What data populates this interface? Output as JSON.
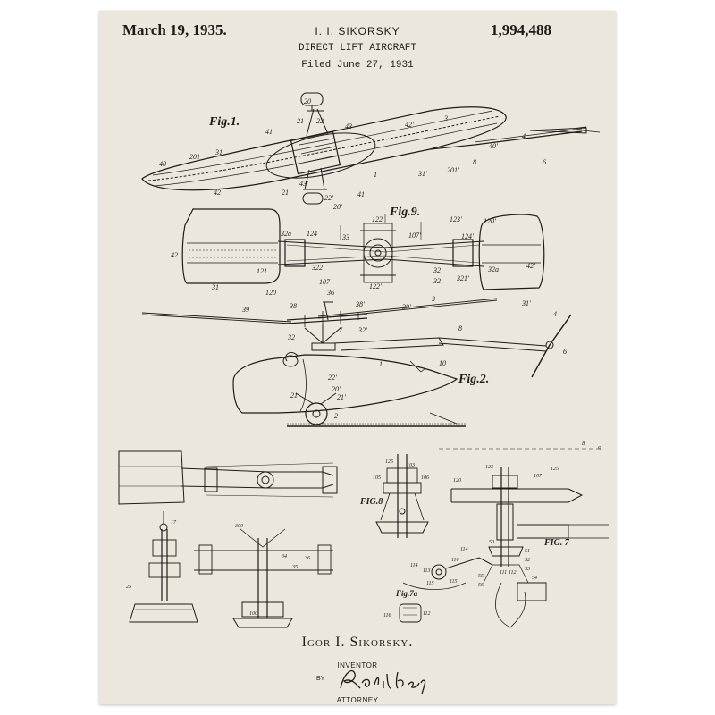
{
  "header": {
    "date": "March 19, 1935.",
    "inventor": "I. I. SIKORSKY",
    "patent_number": "1,994,488",
    "title": "DIRECT LIFT AIRCRAFT",
    "filed": "Filed June 27, 1931"
  },
  "figures": {
    "fig1": "Fig.1.",
    "fig9": "Fig.9.",
    "fig2": "Fig.2.",
    "fig8": "FIG.8",
    "fig7": "FIG. 7",
    "fig7a": "Fig.7a"
  },
  "callouts": {
    "fig1": [
      "20",
      "21",
      "22",
      "41",
      "43",
      "42'",
      "3",
      "4",
      "40",
      "201",
      "31",
      "40'",
      "8",
      "6",
      "31'",
      "201'",
      "1",
      "42",
      "21'",
      "22'",
      "43'",
      "41'",
      "20'"
    ],
    "fig9": [
      "42",
      "32a",
      "124",
      "33",
      "122",
      "107'",
      "123'",
      "124'",
      "120'",
      "122'",
      "32",
      "32'",
      "32a'",
      "42'",
      "121",
      "322",
      "107",
      "321'",
      "31",
      "120",
      "31'"
    ],
    "fig2": [
      "36",
      "39",
      "38",
      "38'",
      "3",
      "39'",
      "32",
      "7",
      "32'",
      "8",
      "4",
      "6",
      "1",
      "10",
      "22'",
      "20'",
      "21",
      "21'",
      "2"
    ],
    "fig8": [
      "125",
      "103",
      "105",
      "106"
    ],
    "fig7": [
      "123",
      "107",
      "125",
      "120",
      "50",
      "51",
      "52",
      "53",
      "54",
      "55",
      "56",
      "111",
      "112"
    ],
    "fig7a": [
      "114",
      "113",
      "115",
      "116",
      "112"
    ],
    "fig_right_detail": [
      "114",
      "116",
      "115"
    ],
    "lower": [
      "8",
      "9",
      "17",
      "300",
      "100",
      "25",
      "34",
      "35",
      "36"
    ]
  },
  "inventor_block": {
    "name": "Igor I. Sikorsky.",
    "inventor_caption": "INVENTOR",
    "by": "BY",
    "attorney_caption": "ATTORNEY"
  },
  "colors": {
    "paper": "#ece7dd",
    "ink": "#1e1c19",
    "background": "#ffffff"
  }
}
